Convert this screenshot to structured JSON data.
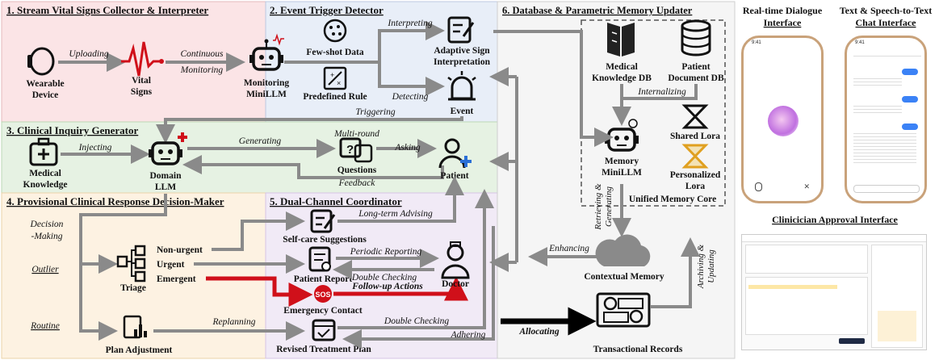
{
  "panels": {
    "p1": "1. Stream Vital Signs Collector & Interpreter",
    "p2": "2. Event Trigger Detector",
    "p3": "3. Clinical Inquiry Generator",
    "p4": "4. Provisional Clinical Response Decision-Maker",
    "p5": "5. Dual-Channel Coordinator",
    "p6": "6. Database & Parametric Memory Updater"
  },
  "nodes": {
    "wearable": [
      "Wearable",
      "Device"
    ],
    "vital": [
      "Vital",
      "Signs"
    ],
    "monitoring": [
      "Monitoring",
      "MiniLLM"
    ],
    "fewshot": "Few-shot Data",
    "predefined": "Predefined Rule",
    "adaptive": [
      "Adaptive Sign",
      "Interpretation"
    ],
    "event": "Event",
    "medical_knowledge": [
      "Medical",
      "Knowledge"
    ],
    "domain": [
      "Domain",
      "LLM"
    ],
    "questions": "Questions",
    "patient": "Patient",
    "medical_db": [
      "Medical",
      "Knowledge DB"
    ],
    "patient_db": [
      "Patient",
      "Document DB"
    ],
    "memory": [
      "Memory",
      "MiniLLM"
    ],
    "shared_lora": "Shared Lora",
    "personalized_lora": [
      "Personalized",
      "Lora"
    ],
    "unified": "Unified Memory Core",
    "contextual": "Contextual Memory",
    "transactional": "Transactional Records",
    "decision": [
      "Decision",
      "-Making"
    ],
    "outlier": "Outlier",
    "routine": "Routine",
    "triage": "Triage",
    "non_urgent": "Non-urgent",
    "urgent": "Urgent",
    "emergent": "Emergent",
    "plan_adjustment": "Plan Adjustment",
    "selfcare": "Self-care Suggestions",
    "patient_report": "Patient Report",
    "emergency_contact": "Emergency Contact",
    "sos": "SOS",
    "revised_plan": "Revised Treatment Plan",
    "doctor": "Doctor"
  },
  "edges": {
    "uploading": "Uploading",
    "continuous": [
      "Continuous",
      "Monitoring"
    ],
    "interpreting": "Interpreting",
    "detecting": "Detecting",
    "triggering": "Triggering",
    "injecting": "Injecting",
    "generating": "Generating",
    "multiround": "Multi-round",
    "asking": "Asking",
    "feedback": "Feedback",
    "internalizing": "Internalizing",
    "retrieving": [
      "Retrieving &",
      "Generating"
    ],
    "archiving": [
      "Archiving &",
      "Updating"
    ],
    "enhancing": "Enhancing",
    "allocating": "Allocating",
    "longterm": "Long-term Advising",
    "periodic": "Periodic Reporting",
    "double1": "Double Checking",
    "followup": "Follow-up Actions",
    "replanning": "Replanning",
    "double2": "Double Checking",
    "adhering": "Adhering"
  },
  "interfaces": {
    "realtime": [
      "Real-time Dialogue",
      "Interface"
    ],
    "chat": [
      "Text & Speech-to-Text",
      "Chat Interface"
    ],
    "approval": "Clinicician Approval Interface",
    "phone_time": "9:41"
  },
  "colors": {
    "p1_bg": "#fbe4e6",
    "p1_title": "#c0141c",
    "p2_bg": "#e8eef8",
    "p2_title": "#2a6fd6",
    "p3_bg": "#e6f2e3",
    "p3_title": "#3a8a2a",
    "p4_bg": "#fdf2e2",
    "p4_title": "#d97a10",
    "p5_bg": "#f1eaf6",
    "p5_title": "#8a2bd6",
    "p6_bg": "#f5f5f5",
    "p6_title": "#666666",
    "arrow": "#8a8a8a",
    "emergent": "#d0101a"
  }
}
